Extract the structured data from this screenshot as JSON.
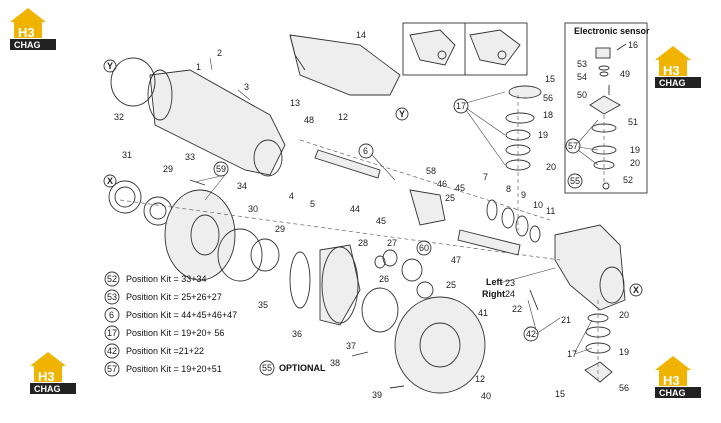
{
  "brand": {
    "logo_letters": "H3",
    "logo_word": "CHAG",
    "accent": "#f0b400",
    "dark": "#222222"
  },
  "inset": {
    "title": "Electronic sensor"
  },
  "callouts": {
    "c1": "1",
    "c2": "2",
    "c3": "3",
    "c4": "4",
    "c5": "5",
    "c6": "6",
    "c7": "7",
    "c8": "8",
    "c9": "9",
    "c10": "10",
    "c11": "11",
    "c12": "12",
    "c12b": "12",
    "c13": "13",
    "c14": "14",
    "c15": "15",
    "c15b": "15",
    "c16": "16",
    "c17": "17",
    "c17b": "17",
    "c17c": "17",
    "c18": "18",
    "c19": "19",
    "c19b": "19",
    "c19c": "19",
    "c20": "20",
    "c20b": "20",
    "c20c": "20",
    "c21": "21",
    "c22": "22",
    "c23": "23",
    "c24": "24",
    "c25": "25",
    "c25b": "25",
    "c26": "26",
    "c27": "27",
    "c28": "28",
    "c29": "29",
    "c29b": "29",
    "c30": "30",
    "c31": "31",
    "c32": "32",
    "c33": "33",
    "c34": "34",
    "c35": "35",
    "c36": "36",
    "c37": "37",
    "c38": "38",
    "c39": "39",
    "c40": "40",
    "c41": "41",
    "c42": "42",
    "c42b": "42",
    "c44": "44",
    "c45": "45",
    "c45b": "45",
    "c46": "46",
    "c47": "47",
    "c48": "48",
    "c49": "49",
    "c50": "50",
    "c51": "51",
    "c52": "52",
    "c53": "53",
    "c54": "54",
    "c55": "55",
    "c56": "56",
    "c56b": "56",
    "c57": "57",
    "c58": "58",
    "c59": "59",
    "c60": "60",
    "x1": "X",
    "x2": "X",
    "y1": "Y",
    "y2": "Y",
    "left": "Left",
    "right": "Right"
  },
  "kits": [
    {
      "id": "52",
      "text": "Position Kit = 33+34"
    },
    {
      "id": "53",
      "text": "Position Kit = 25+26+27"
    },
    {
      "id": "6",
      "text": "Position Kit = 44+45+46+47"
    },
    {
      "id": "17",
      "text": "Position Kit = 19+20+ 56"
    },
    {
      "id": "42",
      "text": "Position Kit =21+22"
    },
    {
      "id": "57",
      "text": "Position Kit = 19+20+51"
    }
  ],
  "optional": {
    "id": "55",
    "text": "OPTIONAL"
  }
}
